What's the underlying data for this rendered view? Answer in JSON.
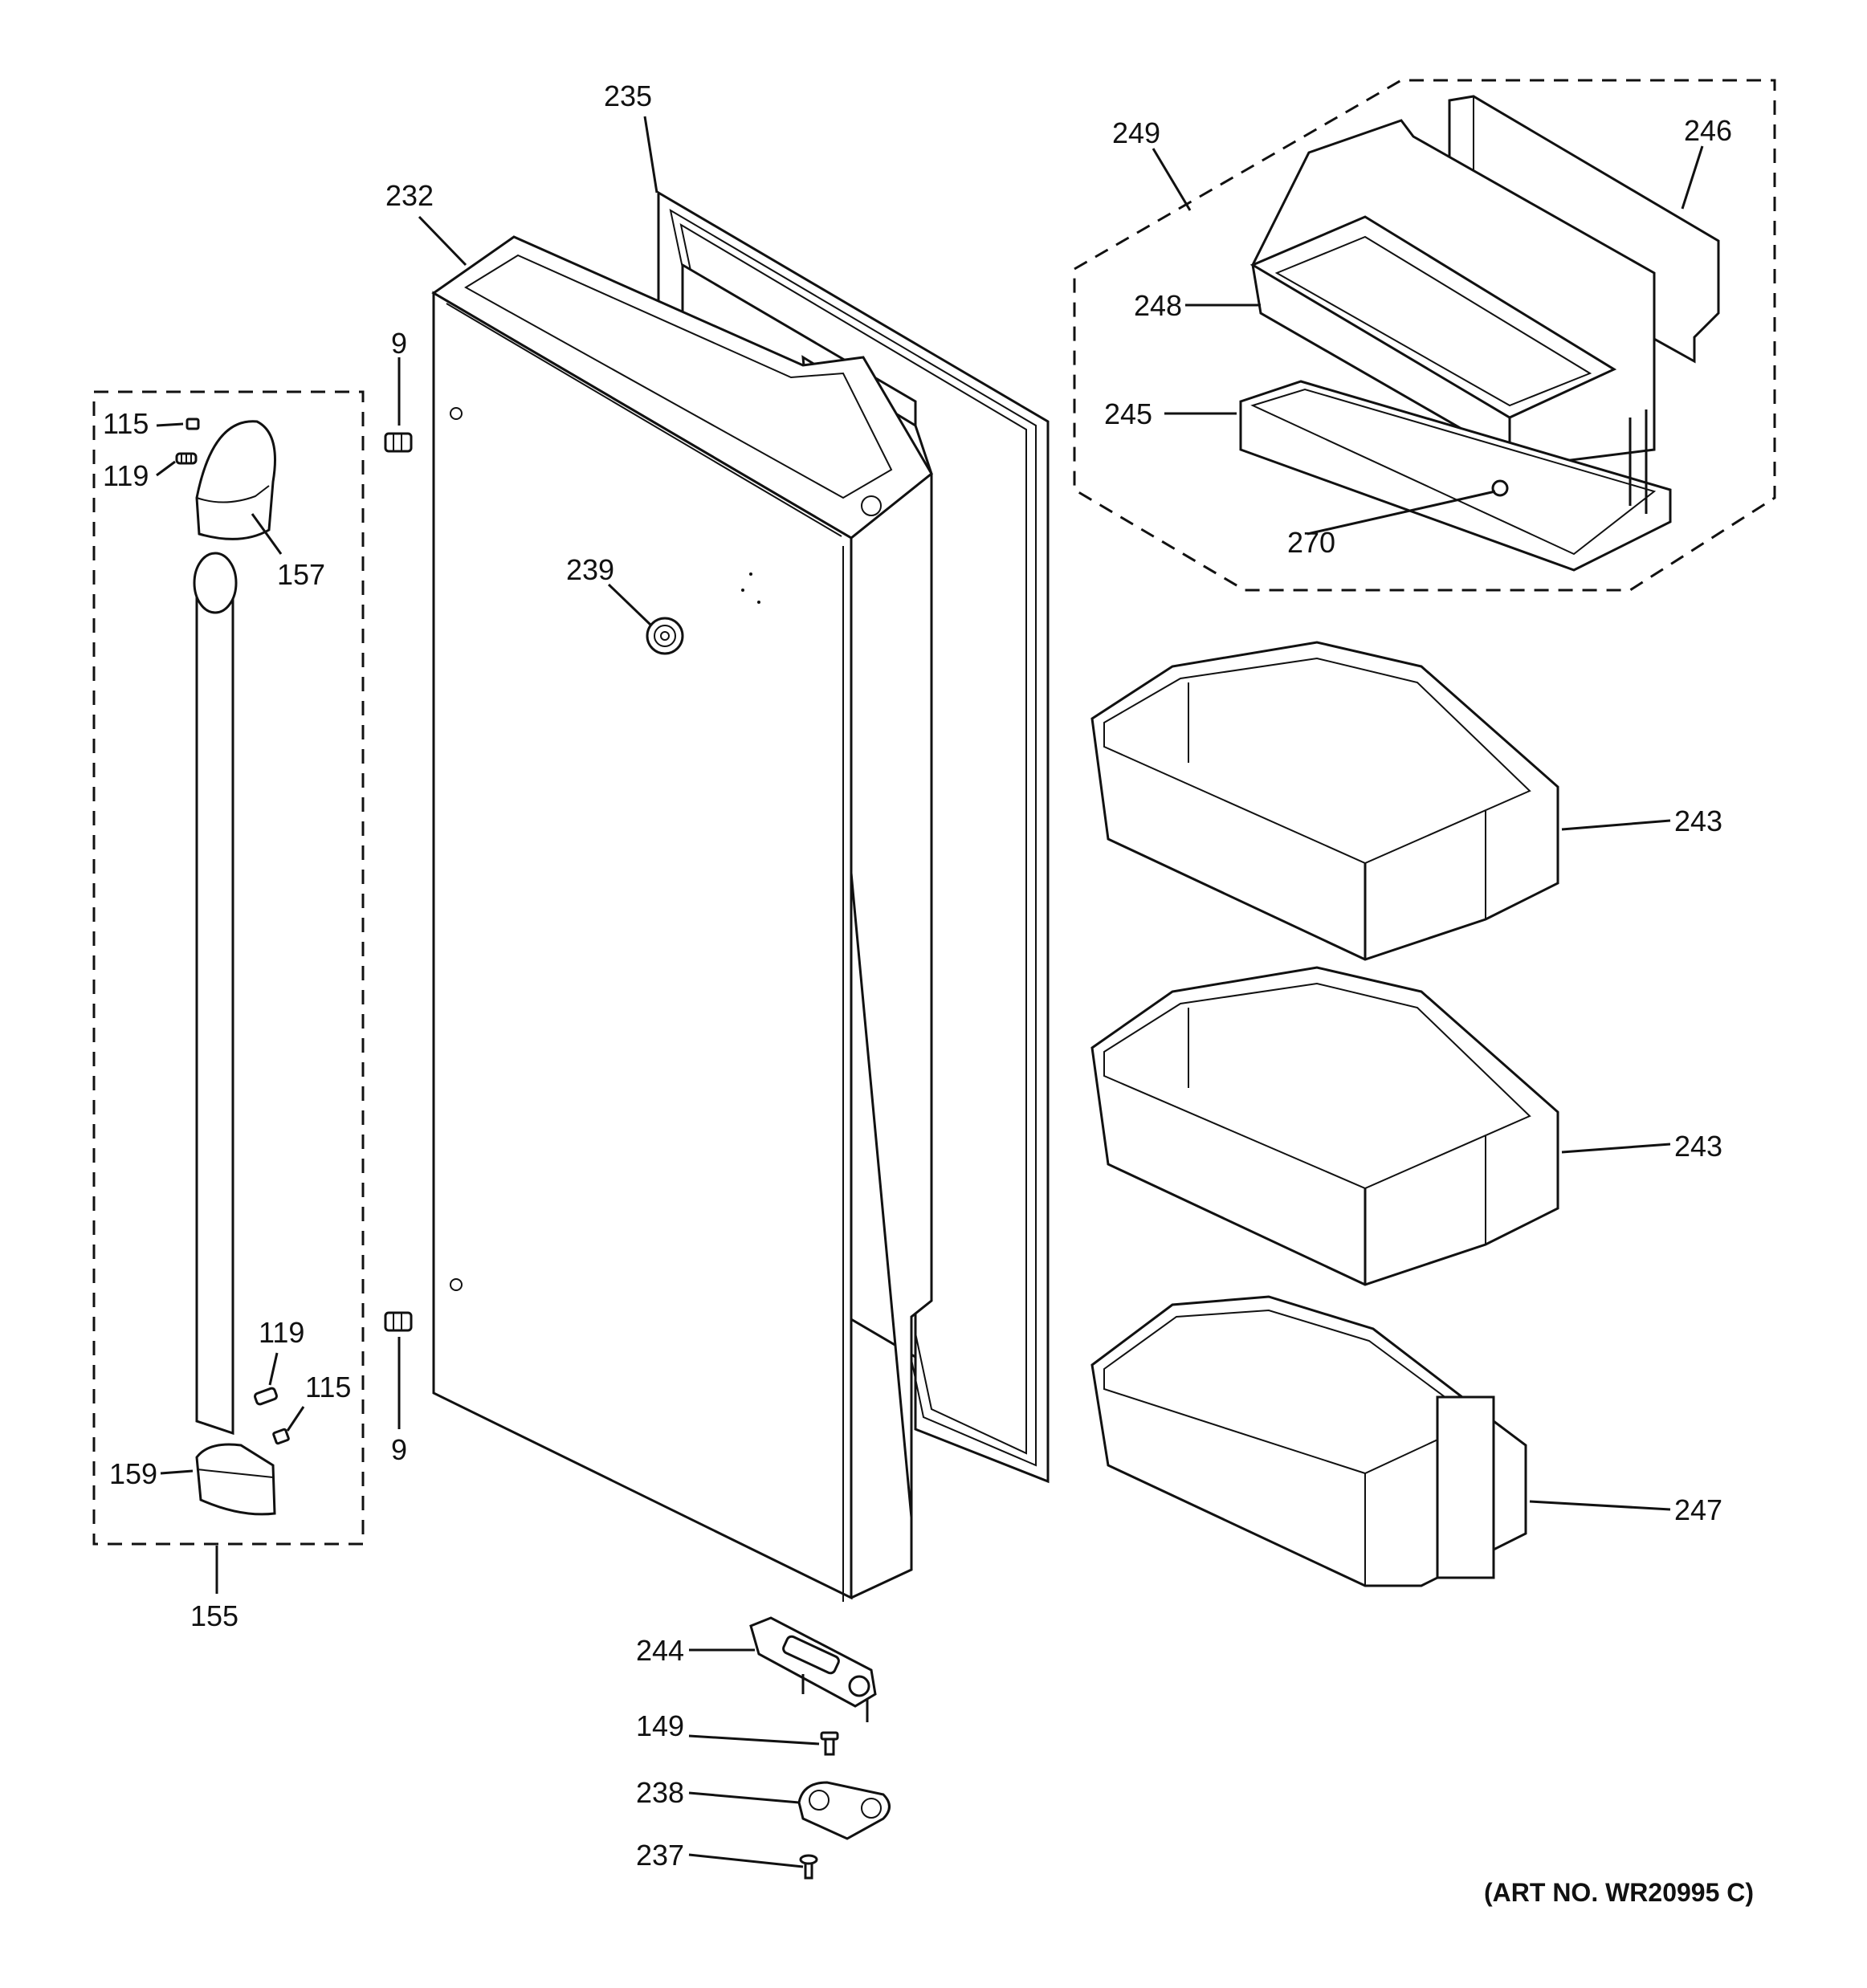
{
  "labels": {
    "p235": "235",
    "p232": "232",
    "p249": "249",
    "p246": "246",
    "p248": "248",
    "p245": "245",
    "p270": "270",
    "p9_top": "9",
    "p9_bottom": "9",
    "p115_top": "115",
    "p119_top": "119",
    "p157": "157",
    "p239": "239",
    "p243_upper": "243",
    "p243_lower": "243",
    "p247": "247",
    "p119_bottom": "119",
    "p115_bottom": "115",
    "p159": "159",
    "p155": "155",
    "p244": "244",
    "p149": "149",
    "p238": "238",
    "p237": "237"
  },
  "art_number": "(ART NO. WR20995 C)"
}
